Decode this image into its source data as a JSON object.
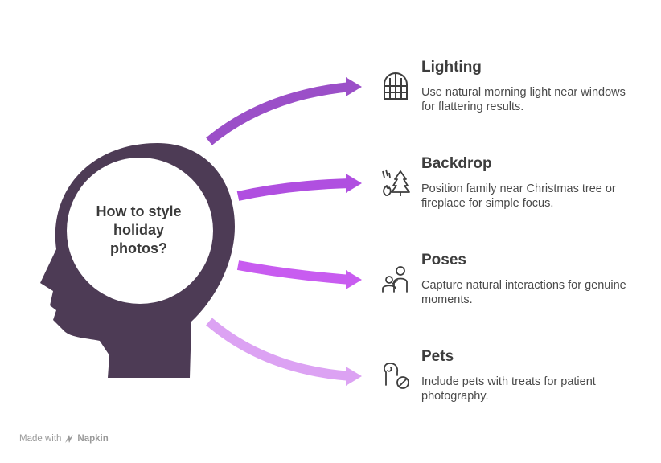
{
  "center": {
    "label_lines": [
      "How to style",
      "holiday",
      "photos?"
    ]
  },
  "items": [
    {
      "title": "Lighting",
      "description": "Use natural morning light near windows for flattering results.",
      "icon": "window-icon",
      "color": "#9b4fc8"
    },
    {
      "title": "Backdrop",
      "description": "Position family near Christmas tree or fireplace for simple focus.",
      "icon": "tree-fireplace-icon",
      "color": "#b04fe0"
    },
    {
      "title": "Poses",
      "description": "Capture natural interactions for genuine moments.",
      "icon": "people-icon",
      "color": "#c85cf0"
    },
    {
      "title": "Pets",
      "description": "Include pets with treats for patient photography.",
      "icon": "dog-no-icon",
      "color": "#dca2f3"
    }
  ],
  "colors": {
    "head": "#4d3b55",
    "head_circle": "#ffffff"
  },
  "footer": {
    "prefix": "Made with",
    "brand": "Napkin"
  }
}
